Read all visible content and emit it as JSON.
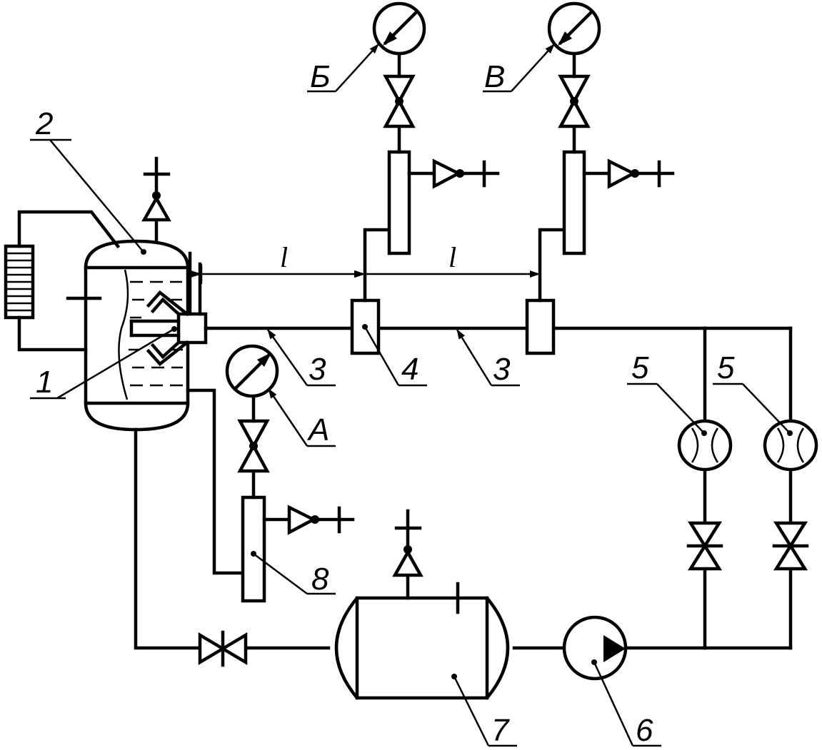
{
  "labels": {
    "loop_element": "1",
    "vessel": "2",
    "pipe_left": "3",
    "pipe_right": "3",
    "sensor": "4",
    "flowmeter_left": "5",
    "flowmeter_right": "5",
    "pump": "6",
    "tank": "7",
    "gauge_tube": "8",
    "gauge_a": "A",
    "gauge_b": "Б",
    "gauge_c": "В",
    "length_1": "l",
    "length_2": "l"
  }
}
